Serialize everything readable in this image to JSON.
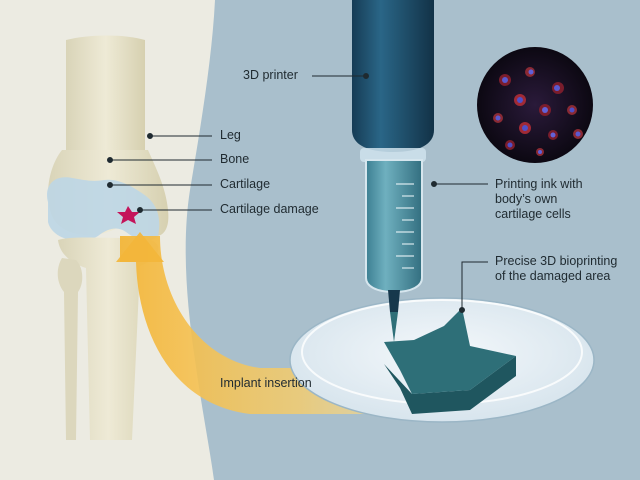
{
  "labels": {
    "printer": "3D printer",
    "leg": "Leg",
    "bone": "Bone",
    "cartilage": "Cartilage",
    "damage": "Cartilage damage",
    "ink": [
      "Printing ink with",
      "body’s own",
      "cartilage cells"
    ],
    "bioprint": [
      "Precise 3D bioprinting",
      "of the damaged area"
    ],
    "implant": "Implant insertion"
  },
  "colors": {
    "background": "#a9bfcc",
    "leg_skin": "#ecebe2",
    "bone": "#e4e0c8",
    "cartilage": "#bcd6e6",
    "damage": "#c4145a",
    "printer_body": "#1d4a66",
    "syringe_ink": "#4d8fa0",
    "implant": "#2e6f78",
    "arrow": "#f5c040"
  }
}
